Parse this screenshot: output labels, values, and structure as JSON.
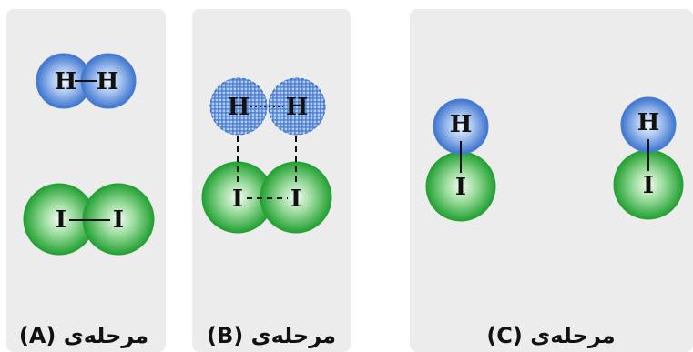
{
  "stages": [
    {
      "caption": "مرحله‌ی (A)",
      "molecules": [
        {
          "atoms": [
            "H",
            "H"
          ],
          "bond": "solid"
        },
        {
          "atoms": [
            "I",
            "I"
          ],
          "bond": "solid"
        }
      ]
    },
    {
      "caption": "مرحله‌ی (B)",
      "transition": {
        "atoms": [
          "H",
          "H",
          "I",
          "I"
        ],
        "bond": "dashed"
      }
    },
    {
      "caption": "مرحله‌ی (C)",
      "molecules": [
        {
          "atoms": [
            "H",
            "I"
          ],
          "bond": "solid"
        },
        {
          "atoms": [
            "H",
            "I"
          ],
          "bond": "solid"
        }
      ]
    }
  ],
  "colors": {
    "hydrogen": "#5b8fd9",
    "iodine": "#3fb54a",
    "panel": "#ececec"
  }
}
